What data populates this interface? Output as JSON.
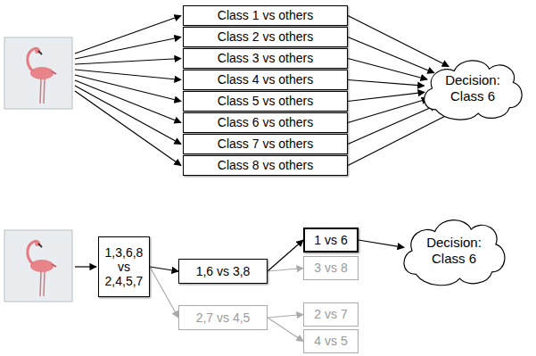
{
  "diagram": {
    "nodes": [
      {
        "text": [
          "Class 1 vs others"
        ]
      },
      {
        "text": [
          "Class 2 vs others"
        ]
      },
      {
        "text": [
          "Class 3 vs others"
        ]
      },
      {
        "text": [
          "Class 4 vs others"
        ]
      },
      {
        "text": [
          "Class 5 vs others"
        ]
      },
      {
        "text": [
          "Class 6 vs others"
        ]
      },
      {
        "text": [
          "Class 7 vs others"
        ]
      },
      {
        "text": [
          "Class 8 vs others"
        ]
      },
      {
        "text": [
          "Decision: Class 6"
        ]
      },
      {
        "text": [
          "1,3,6,8 vs 2,4,5,7"
        ]
      },
      {
        "text": [
          "1,6 vs 3,8"
        ]
      },
      {
        "text": [
          "2,7 vs 4,5"
        ]
      },
      {
        "text": [
          "1 vs 6"
        ]
      },
      {
        "text": [
          "3 vs 8"
        ]
      },
      {
        "text": [
          "2 vs 7"
        ]
      },
      {
        "text": [
          "4 vs 5"
        ]
      },
      {
        "text": [
          "Decision: Class 6"
        ]
      }
    ],
    "edges": [
      {
        "from": 0,
        "to": 8,
        "arrow": "to"
      },
      {
        "from": 1,
        "to": 8,
        "arrow": "to"
      },
      {
        "from": 2,
        "to": 8,
        "arrow": "to"
      },
      {
        "from": 3,
        "to": 8,
        "arrow": "to"
      },
      {
        "from": 4,
        "to": 8,
        "arrow": "to"
      },
      {
        "from": 5,
        "to": 8,
        "arrow": "to"
      },
      {
        "from": 6,
        "to": 8,
        "arrow": "to"
      },
      {
        "from": 7,
        "to": 8,
        "arrow": "to"
      },
      {
        "from": 9,
        "to": 10,
        "arrow": "to"
      },
      {
        "from": 9,
        "to": 11,
        "arrow": "to"
      },
      {
        "from": 10,
        "to": 12,
        "arrow": "to"
      },
      {
        "from": 10,
        "to": 13,
        "arrow": "to"
      },
      {
        "from": 11,
        "to": 14,
        "arrow": "to"
      },
      {
        "from": 11,
        "to": 15,
        "arrow": "to"
      },
      {
        "from": 12,
        "to": 16,
        "arrow": "to"
      }
    ]
  }
}
